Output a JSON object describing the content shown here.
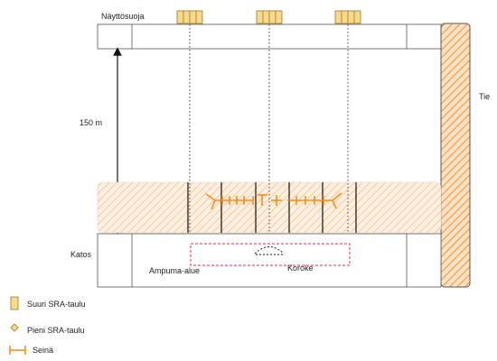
{
  "diagram": {
    "labels": {
      "screen_shelter": "Näyttösuoja",
      "road": "Tie",
      "distance": "150 m",
      "roof": "Katos",
      "firing_area": "Ampuma-alue",
      "platform": "Koroke"
    },
    "legend": [
      {
        "icon": "large-sra-target-icon",
        "label": "Suuri SRA-taulu"
      },
      {
        "icon": "small-sra-target-icon",
        "label": "Pieni SRA-taulu"
      },
      {
        "icon": "wall-icon",
        "label": "Seinä"
      }
    ],
    "colors": {
      "target_fill": "#f7d98b",
      "target_stroke": "#9a7a28",
      "berm": "#f7a04b",
      "wall": "#ff8a1a",
      "platform_outline": "#e8323c",
      "outline": "#555555"
    }
  }
}
